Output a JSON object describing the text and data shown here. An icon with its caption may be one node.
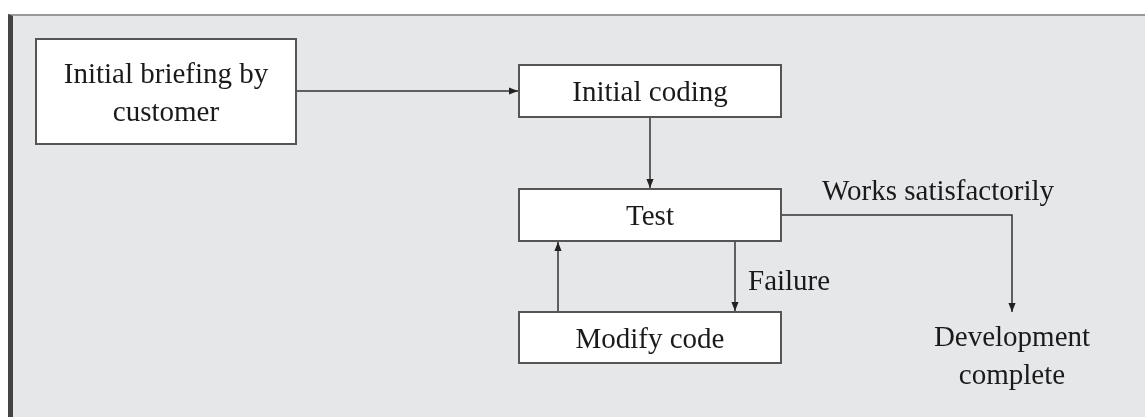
{
  "diagram": {
    "nodes": [
      {
        "text": [
          "Initial briefing by customer"
        ]
      },
      {
        "text": [
          "Initial coding"
        ]
      },
      {
        "text": [
          "Test"
        ]
      },
      {
        "text": [
          "Modify code"
        ]
      },
      {
        "text": [
          "Development complete"
        ]
      }
    ],
    "edges": [
      {
        "from": 0,
        "to": 1,
        "arrow": "to"
      },
      {
        "from": 1,
        "to": 2,
        "arrow": "to"
      },
      {
        "from": 2,
        "to": 3,
        "arrow": "to",
        "label": "Failure"
      },
      {
        "from": 3,
        "to": 2,
        "arrow": "to"
      },
      {
        "from": 2,
        "to": 4,
        "arrow": "to",
        "label": "Works satisfactorily"
      }
    ]
  }
}
